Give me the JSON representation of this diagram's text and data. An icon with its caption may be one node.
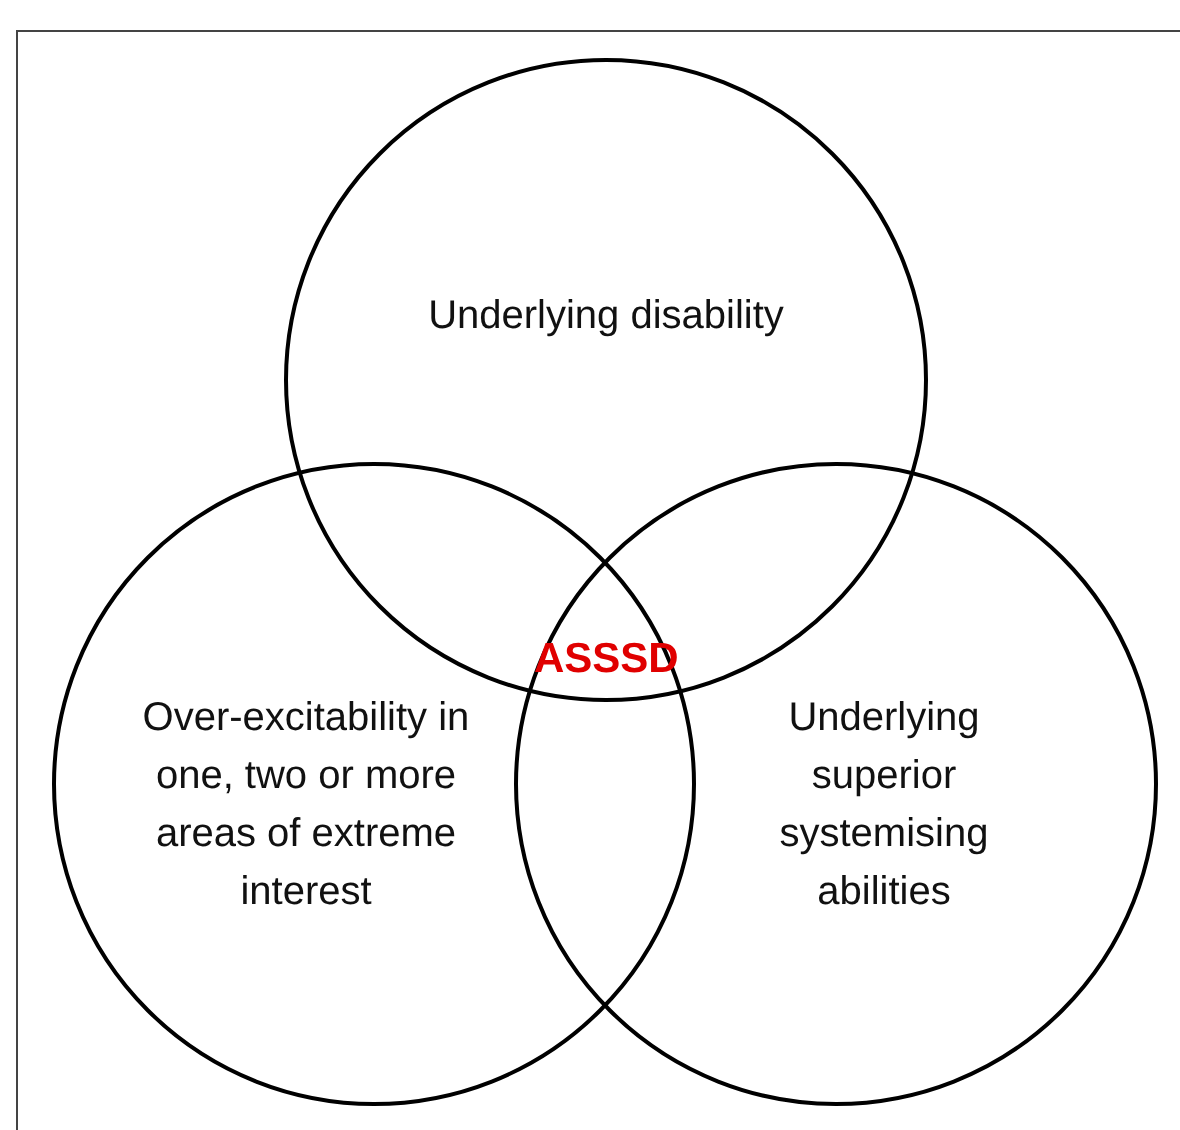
{
  "diagram": {
    "nodes": [
      {
        "text": [
          "Underlying disability"
        ]
      },
      {
        "text": [
          "Over-excitability in one, two or more areas of extreme interest"
        ]
      },
      {
        "text": [
          "Underlying superior systemising abilities"
        ]
      }
    ],
    "labels": [
      "ASSSD"
    ]
  }
}
